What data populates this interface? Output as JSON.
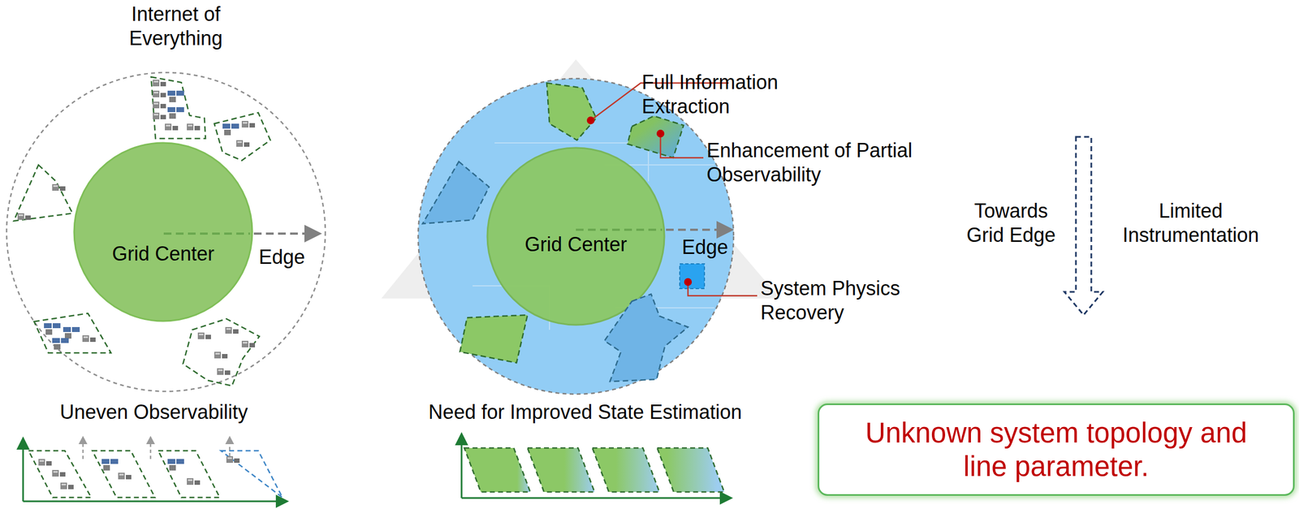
{
  "diagram": {
    "nodes": [
      {
        "text": [
          "Grid Center"
        ]
      },
      {
        "text": [
          "Grid Center"
        ]
      },
      {
        "text": [
          "Unknown system topology and line parameter."
        ]
      }
    ],
    "labels": [
      "Internet of Everything",
      "Edge",
      "Uneven Observability",
      "Full Information Extraction",
      "Enhancement of Partial Observability",
      "Edge",
      "System Physics Recovery",
      "Need for Improved State Estimation",
      "Towards Grid Edge",
      "Limited Instrumentation"
    ]
  }
}
